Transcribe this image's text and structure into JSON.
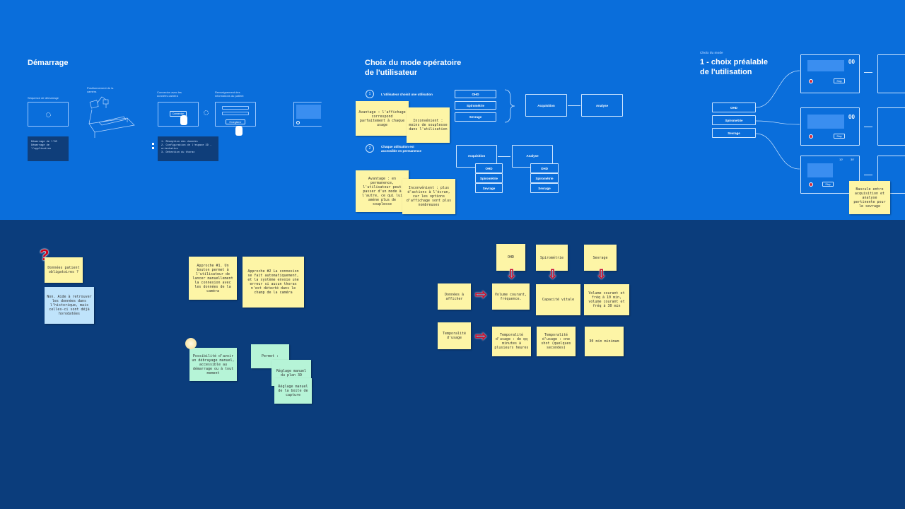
{
  "frames": {
    "demarrage": {
      "title": "Démarrage",
      "labels": [
        "Séquence de démarrage",
        "Positionnement de la caméra",
        "Connexion avec les données caméra",
        "Renseignement des informations du patient"
      ],
      "buttons": [
        "Connexion",
        "Enregistrer"
      ],
      "terminal_1": "Démarrage de l'OS\nDémarrage de l'application",
      "terminal_2": "1. Réception des données\n2. Configuration de l'espace 3D - orientation\n3. Détection du thorax"
    },
    "choix_mode": {
      "title_line1": "Choix du mode opératoire",
      "title_line2": "de l'utilisateur",
      "step1": {
        "num": "1",
        "text": "L'utilisateur choisit une utilisation"
      },
      "step2": {
        "num": "2",
        "text": "Chaque utilisation est accessible en permanence"
      },
      "modes": [
        "OHD",
        "Spirométrie",
        "Sevrage"
      ],
      "acquisition": "Acquisition",
      "analyse": "Analyse",
      "stickies": [
        "Avantage : l'affichage correspond parfaitement à chaque usage",
        "Inconvénient : moins de souplesse dans l'utilisation",
        "Avantage : en permanence, l'utilisateur peut passer d'un mode à l'autre, ce qui lui amène plus de souplesse",
        "Inconvénient : plus d'actions à l'écran, car les options d'affichage sont plus nombreuses"
      ]
    },
    "choix_prealable": {
      "overline": "Choix du mode",
      "title_line1": "1 - choix préalable",
      "title_line2": "de l'utilisation",
      "modes": [
        "OHD",
        "Spirométrie",
        "Sevrage"
      ],
      "readout": "00",
      "stop_label": "Stop",
      "times": [
        "10'",
        "30'"
      ],
      "sticky": "Bascule entre acquisition et analyse pertinente pour le sevrage"
    }
  },
  "board": {
    "question": "Données patient obligatoires ?",
    "answer": "Non. Aide à retrouver les données dans l'historique, mais celles-ci sont déjà horodatées",
    "approche1": "Approche #1. Un bouton permet à l'utilisateur de lancer manuellement la connexion avec les données de la caméra",
    "approche2": "Approche #2 La connexion se fait automatiquement, et la système envoie une erreur si aucun thorax n'est détecté dans le champ de la caméra",
    "idea": "Possibilité d'avoir un débrayage manuel, accessible au démarrage ou à tout moment",
    "permet": "Permet :",
    "reglage1": "Réglage manuel du plan 3D",
    "reglage2": "Réglage manuel de la boite de capture",
    "modes": [
      "OHD",
      "Spirométrie",
      "Sevrage"
    ],
    "row1_label": "Données à afficher",
    "row1": [
      "Volume courant, fréquence.",
      "Capacité vitale",
      "Volume courant et fréq à 10 min, volume courant et fréq à 30 min"
    ],
    "row2_label": "Temporalité d'usage",
    "row2": [
      "Temporalité d'usage : de qq minutes à plusieurs heures",
      "Temporalité d'usage : one shot (quelques secondes)",
      "30 min minimum"
    ]
  },
  "colors": {
    "top_bg": "#0a6edb",
    "board_bg": "#0b3d7c",
    "yellow": "#fdf5a6",
    "blue": "#bfe3fb",
    "green": "#b6f4d7",
    "arrow": "#c8102e"
  }
}
